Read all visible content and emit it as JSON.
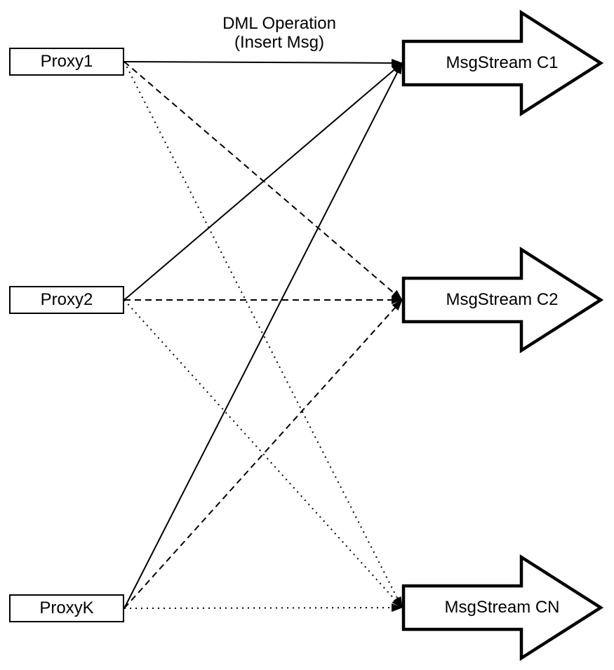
{
  "title": {
    "line1": "DML Operation",
    "line2": "(Insert Msg)"
  },
  "colors": {
    "stroke": "#000000",
    "fill": "#ffffff",
    "background": "#ffffff"
  },
  "proxies": [
    {
      "id": "proxy1",
      "label": "Proxy1"
    },
    {
      "id": "proxy2",
      "label": "Proxy2"
    },
    {
      "id": "proxyk",
      "label": "ProxyK"
    }
  ],
  "streams": [
    {
      "id": "c1",
      "label": "MsgStream C1"
    },
    {
      "id": "c2",
      "label": "MsgStream C2"
    },
    {
      "id": "cn",
      "label": "MsgStream CN"
    }
  ],
  "edges": [
    {
      "from": "proxy1",
      "to": "c1",
      "style": "solid"
    },
    {
      "from": "proxy1",
      "to": "c2",
      "style": "dashed"
    },
    {
      "from": "proxy1",
      "to": "cn",
      "style": "dotted"
    },
    {
      "from": "proxy2",
      "to": "c1",
      "style": "solid"
    },
    {
      "from": "proxy2",
      "to": "c2",
      "style": "dashed"
    },
    {
      "from": "proxy2",
      "to": "cn",
      "style": "dotted"
    },
    {
      "from": "proxyk",
      "to": "c1",
      "style": "solid"
    },
    {
      "from": "proxyk",
      "to": "c2",
      "style": "dashed"
    },
    {
      "from": "proxyk",
      "to": "cn",
      "style": "dotted"
    }
  ]
}
